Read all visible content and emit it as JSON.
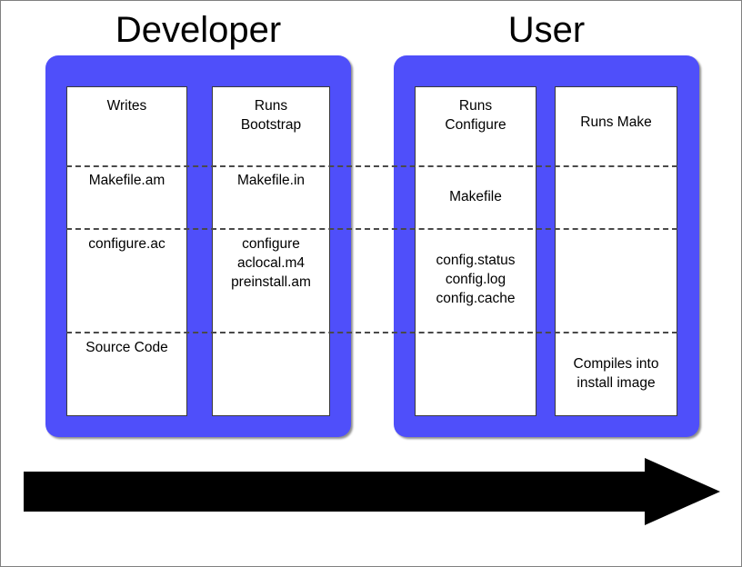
{
  "diagram": {
    "title_developer": "Developer",
    "title_user": "User",
    "accent_color": "#4f4ffa",
    "arrow_color": "#000000",
    "background_color": "#ffffff"
  },
  "sections": [
    {
      "name": "developer",
      "title": "Developer",
      "columns": [
        {
          "name": "writes",
          "bands": [
            {
              "text": "Writes"
            },
            {
              "text": "Makefile.am"
            },
            {
              "text": "configure.ac"
            },
            {
              "text": "Source Code"
            }
          ]
        },
        {
          "name": "bootstrap",
          "bands": [
            {
              "text": "Runs\nBootstrap"
            },
            {
              "text": "Makefile.in"
            },
            {
              "text": "configure\naclocal.m4\npreinstall.am"
            },
            {
              "text": ""
            }
          ]
        }
      ]
    },
    {
      "name": "user",
      "title": "User",
      "columns": [
        {
          "name": "configure",
          "bands": [
            {
              "text": "Runs\nConfigure"
            },
            {
              "text": "Makefile"
            },
            {
              "text": "config.status\nconfig.log\nconfig.cache"
            },
            {
              "text": ""
            }
          ]
        },
        {
          "name": "make",
          "bands": [
            {
              "text": "Runs Make"
            },
            {
              "text": ""
            },
            {
              "text": ""
            },
            {
              "text": "Compiles into\ninstall image"
            }
          ]
        }
      ]
    }
  ],
  "flow_arrow": {
    "name": "left-to-right-progress-arrow",
    "direction": "right"
  }
}
